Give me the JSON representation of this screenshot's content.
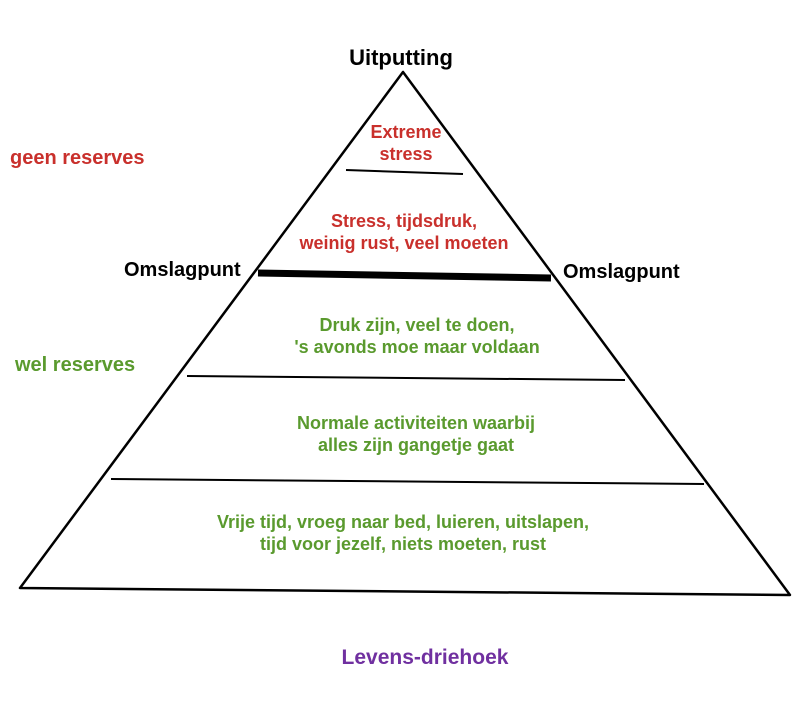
{
  "colors": {
    "red": "#c9302c",
    "green": "#5a9a2e",
    "purple": "#7030a0",
    "black": "#000000"
  },
  "diagram": {
    "apex_label": "Uitputting",
    "tipping_point_left": "Omslagpunt",
    "tipping_point_right": "Omslagpunt",
    "side_labels": {
      "no_reserves": "geen reserves",
      "reserves": "wel reserves"
    },
    "layers": [
      {
        "line1": "Extreme",
        "line2": "stress"
      },
      {
        "line1": "Stress, tijdsdruk,",
        "line2": "weinig rust, veel moeten"
      },
      {
        "line1": "Druk zijn, veel te doen,",
        "line2": "'s avonds moe maar voldaan"
      },
      {
        "line1": "Normale activiteiten waarbij",
        "line2": "alles zijn gangetje gaat"
      },
      {
        "line1": "Vrije tijd, vroeg naar bed, luieren, uitslapen,",
        "line2": "tijd voor jezelf, niets moeten, rust"
      }
    ],
    "caption": "Levens-driehoek"
  }
}
